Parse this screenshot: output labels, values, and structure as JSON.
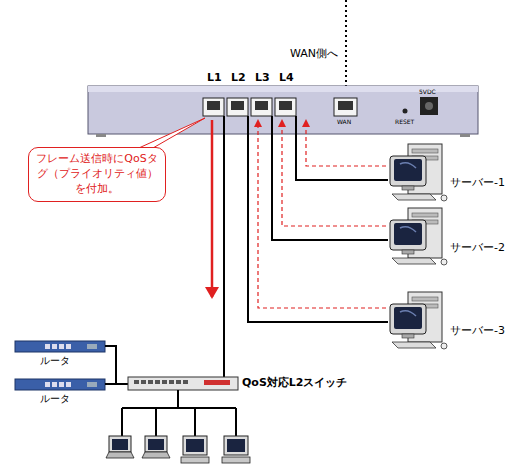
{
  "diagram": {
    "nodes": [
      {
        "text": [
          "フレーム送信時にQoSタグ（プライオリティ値）を付加。"
        ]
      }
    ],
    "labels": [
      "WAN側へ",
      "L1",
      "L2",
      "L3",
      "L4",
      "WAN",
      "RESET",
      "5VDC",
      "サーバー-1",
      "サーバー-2",
      "サーバー-3",
      "ルータ",
      "ルータ",
      "QoS対応L2スイッチ"
    ]
  }
}
